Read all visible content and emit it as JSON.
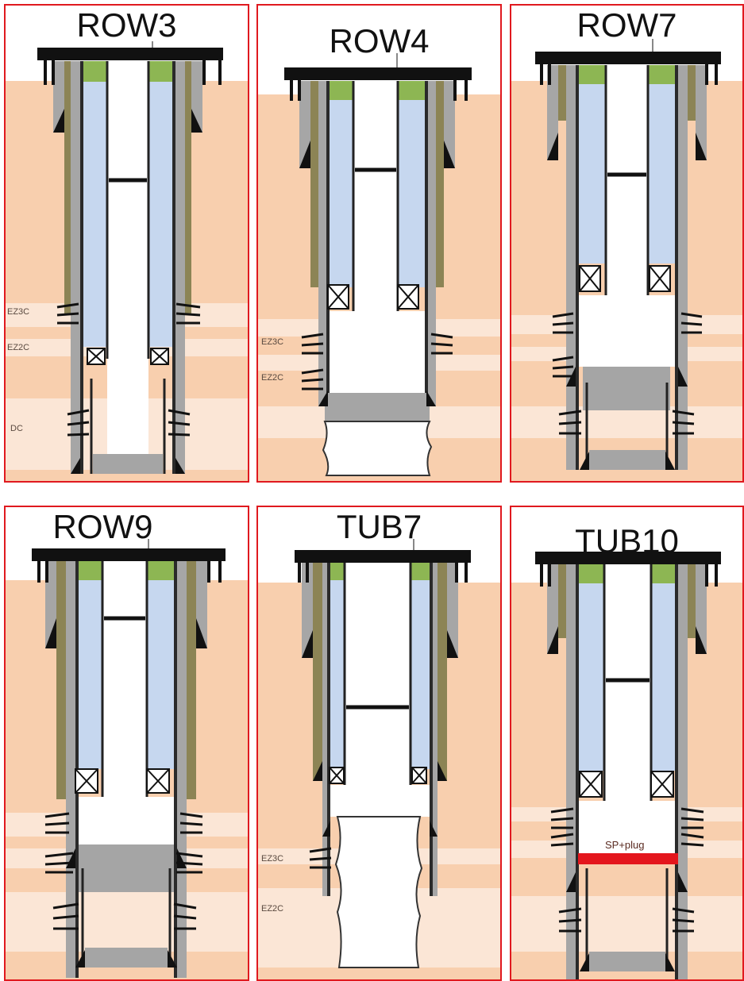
{
  "colors": {
    "panel_border": "#e0191f",
    "formation": "#f8cfae",
    "formation_light": "#fbe6d6",
    "casing_gray": "#a6a6a6",
    "cement_olive": "#8c8455",
    "annulus_blue": "#c6d7ef",
    "cap_green": "#8db653",
    "plug_gray": "#a5a5a5",
    "red_plug": "#e4161d"
  },
  "panels": [
    {
      "title": "ROW3",
      "zones": [
        "EZ3C",
        "EZ2C",
        "DC"
      ],
      "annotation": ""
    },
    {
      "title": "ROW4",
      "zones": [
        "EZ3C",
        "EZ2C"
      ],
      "annotation": ""
    },
    {
      "title": "ROW7",
      "zones": [],
      "annotation": ""
    },
    {
      "title": "ROW9",
      "zones": [],
      "annotation": ""
    },
    {
      "title": "TUB7",
      "zones": [
        "EZ3C",
        "EZ2C"
      ],
      "annotation": ""
    },
    {
      "title": "TUB10",
      "zones": [],
      "annotation": "SP+plug"
    }
  ]
}
